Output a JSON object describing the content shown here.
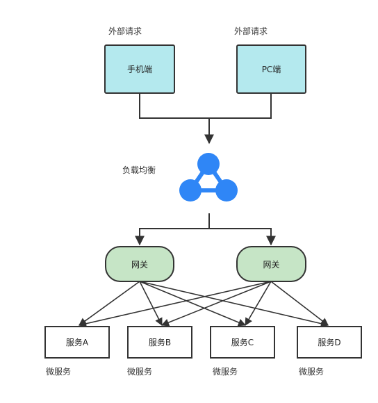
{
  "clients": [
    {
      "caption": "外部请求",
      "label": "手机端"
    },
    {
      "caption": "外部请求",
      "label": "PC端"
    }
  ],
  "load_balancer": {
    "label": "负载均衡",
    "icon": "load-balancer-icon",
    "color": "#2f86f6"
  },
  "gateways": [
    {
      "label": "网关"
    },
    {
      "label": "网关"
    }
  ],
  "services": [
    {
      "label": "服务A",
      "caption": "微服务"
    },
    {
      "label": "服务B",
      "caption": "微服务"
    },
    {
      "label": "服务C",
      "caption": "微服务"
    },
    {
      "label": "服务D",
      "caption": "微服务"
    }
  ],
  "colors": {
    "client_fill": "#b4e9ee",
    "gateway_fill": "#c6e5c6",
    "stroke": "#333333"
  }
}
